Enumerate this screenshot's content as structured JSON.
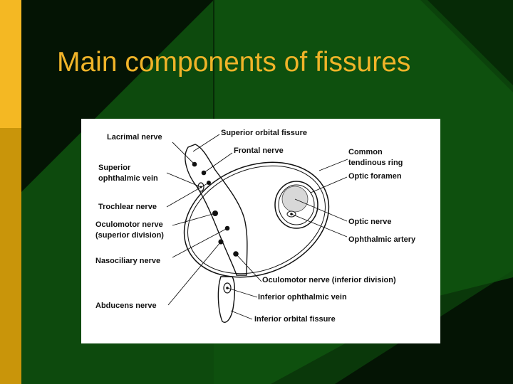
{
  "slide": {
    "title": "Main components of fissures"
  },
  "colors": {
    "background_green": "#0d4a0d",
    "dark_green": "#062a06",
    "accent_gold": "#f4b823",
    "title_color": "#f0b429"
  },
  "figure": {
    "labels": {
      "lacrimal_nerve": "Lacrimal nerve",
      "superior_orbital_fissure": "Superior orbital fissure",
      "frontal_nerve": "Frontal nerve",
      "common_tendinous_ring_line1": "Common",
      "common_tendinous_ring_line2": "tendinous ring",
      "superior_ophthalmic_vein_line1": "Superior",
      "superior_ophthalmic_vein_line2": "ophthalmic vein",
      "optic_foramen": "Optic foramen",
      "trochlear_nerve": "Trochlear nerve",
      "optic_nerve": "Optic nerve",
      "oculomotor_superior_line1": "Oculomotor nerve",
      "oculomotor_superior_line2": "(superior division)",
      "ophthalmic_artery": "Ophthalmic artery",
      "nasociliary_nerve": "Nasociliary nerve",
      "oculomotor_inferior": "Oculomotor nerve (inferior division)",
      "inferior_ophthalmic_vein": "Inferior ophthalmic vein",
      "abducens_nerve": "Abducens nerve",
      "inferior_orbital_fissure": "Inferior orbital fissure"
    }
  }
}
